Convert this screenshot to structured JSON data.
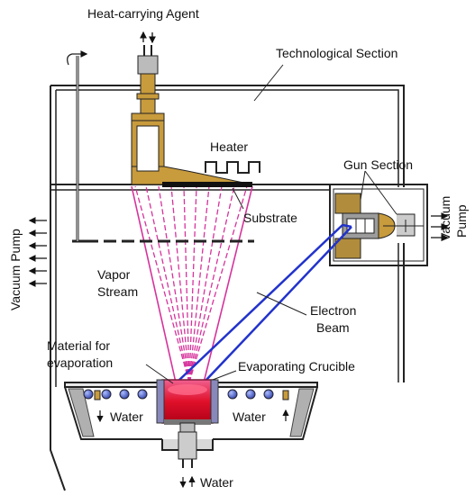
{
  "labels": {
    "heat_agent": "Heat-carrying Agent",
    "tech_section": "Technological Section",
    "heater": "Heater",
    "gun_section": "Gun Section",
    "substrate": "Substrate",
    "vacuum_pump_left": "Vacuum Pump",
    "vacuum_pump_right_1": "Vacuum",
    "vacuum_pump_right_2": "Pump",
    "vapor_1": "Vapor",
    "vapor_2": "Stream",
    "electron_1": "Electron",
    "electron_2": "Beam",
    "material_1": "Material for",
    "material_2": "evaporation",
    "crucible": "Evaporating Crucible",
    "water_left": "Water",
    "water_right": "Water",
    "water_bottom": "Water"
  },
  "colors": {
    "outline": "#222222",
    "tan": "#c89b3c",
    "vapor": "#d6339c",
    "beam": "#2233cc",
    "crucible_hot": "#e0102a",
    "cooling_ball": "#5566cc",
    "grey": "#9a9a9a"
  },
  "icons": {
    "rotation": "rotation-arrow-icon",
    "flow_arrows": "double-arrow-icon"
  }
}
